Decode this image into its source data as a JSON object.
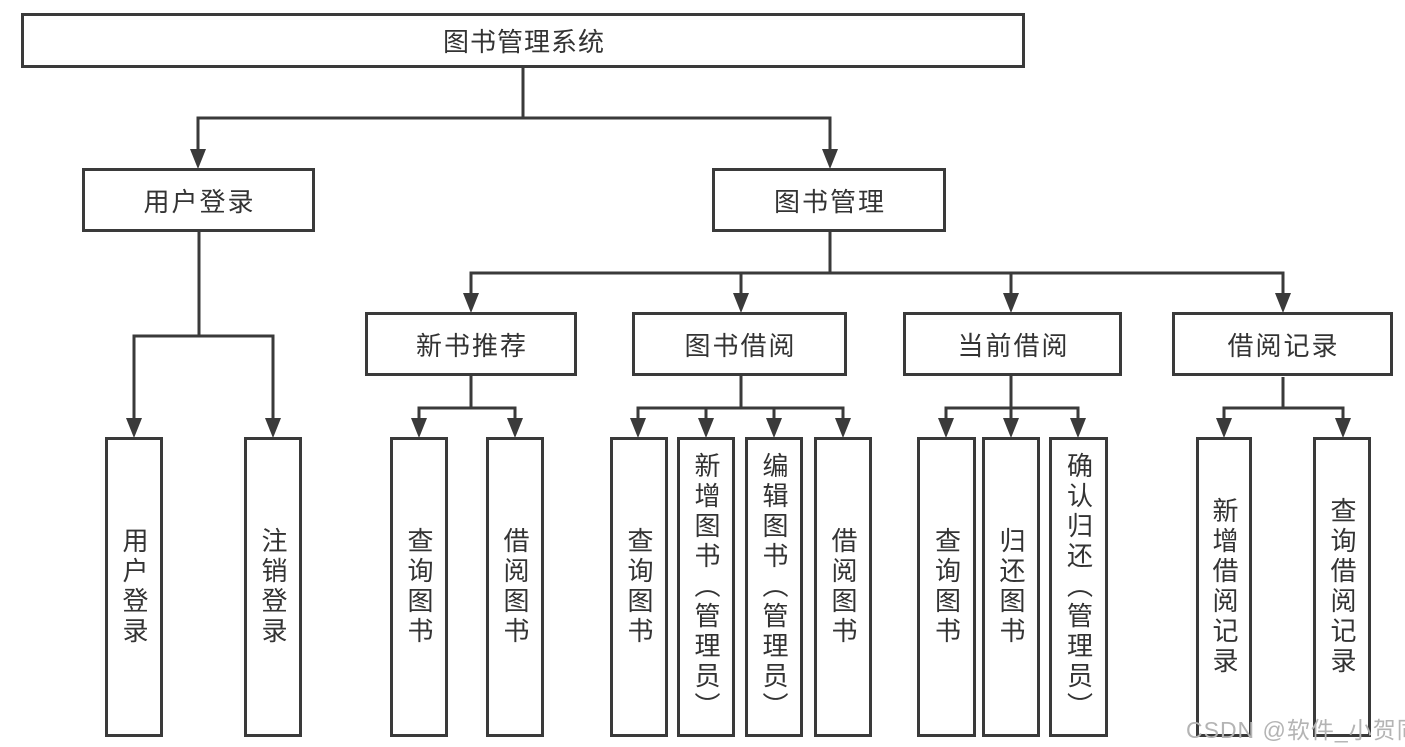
{
  "diagram": {
    "title": "图书管理系统",
    "watermark": "CSDN @软件_小贺同学",
    "colors": {
      "line": "#3a3a3a",
      "box_border": "#3a3a3a",
      "text": "#333333",
      "watermark": "#b4b4b4",
      "background": "#ffffff"
    },
    "nodes": {
      "root": {
        "label": "图书管理系统",
        "children": [
          "用户登录",
          "图书管理"
        ]
      },
      "level2": [
        {
          "label": "用户登录",
          "parent": "图书管理系统",
          "children": [
            "用户登录",
            "注销登录"
          ]
        },
        {
          "label": "图书管理",
          "parent": "图书管理系统",
          "children": [
            "新书推荐",
            "图书借阅",
            "当前借阅",
            "借阅记录"
          ]
        }
      ],
      "level3": [
        {
          "label": "新书推荐",
          "parent": "图书管理",
          "children": [
            "查询图书",
            "借阅图书"
          ]
        },
        {
          "label": "图书借阅",
          "parent": "图书管理",
          "children": [
            "查询图书",
            "新增图书（管理员）",
            "编辑图书（管理员）",
            "借阅图书"
          ]
        },
        {
          "label": "当前借阅",
          "parent": "图书管理",
          "children": [
            "查询图书",
            "归还图书",
            "确认归还（管理员）"
          ]
        },
        {
          "label": "借阅记录",
          "parent": "图书管理",
          "children": [
            "新增借阅记录",
            "查询借阅记录"
          ]
        }
      ],
      "leaves": [
        {
          "label": "用户登录",
          "parent": "用户登录"
        },
        {
          "label": "注销登录",
          "parent": "用户登录"
        },
        {
          "label": "查询图书",
          "parent": "新书推荐"
        },
        {
          "label": "借阅图书",
          "parent": "新书推荐"
        },
        {
          "label": "查询图书",
          "parent": "图书借阅"
        },
        {
          "label": "新增图书（管理员）",
          "parent": "图书借阅"
        },
        {
          "label": "编辑图书（管理员）",
          "parent": "图书借阅"
        },
        {
          "label": "借阅图书",
          "parent": "图书借阅"
        },
        {
          "label": "查询图书",
          "parent": "当前借阅"
        },
        {
          "label": "归还图书",
          "parent": "当前借阅"
        },
        {
          "label": "确认归还（管理员）",
          "parent": "当前借阅"
        },
        {
          "label": "新增借阅记录",
          "parent": "借阅记录"
        },
        {
          "label": "查询借阅记录",
          "parent": "借阅记录"
        }
      ]
    }
  }
}
